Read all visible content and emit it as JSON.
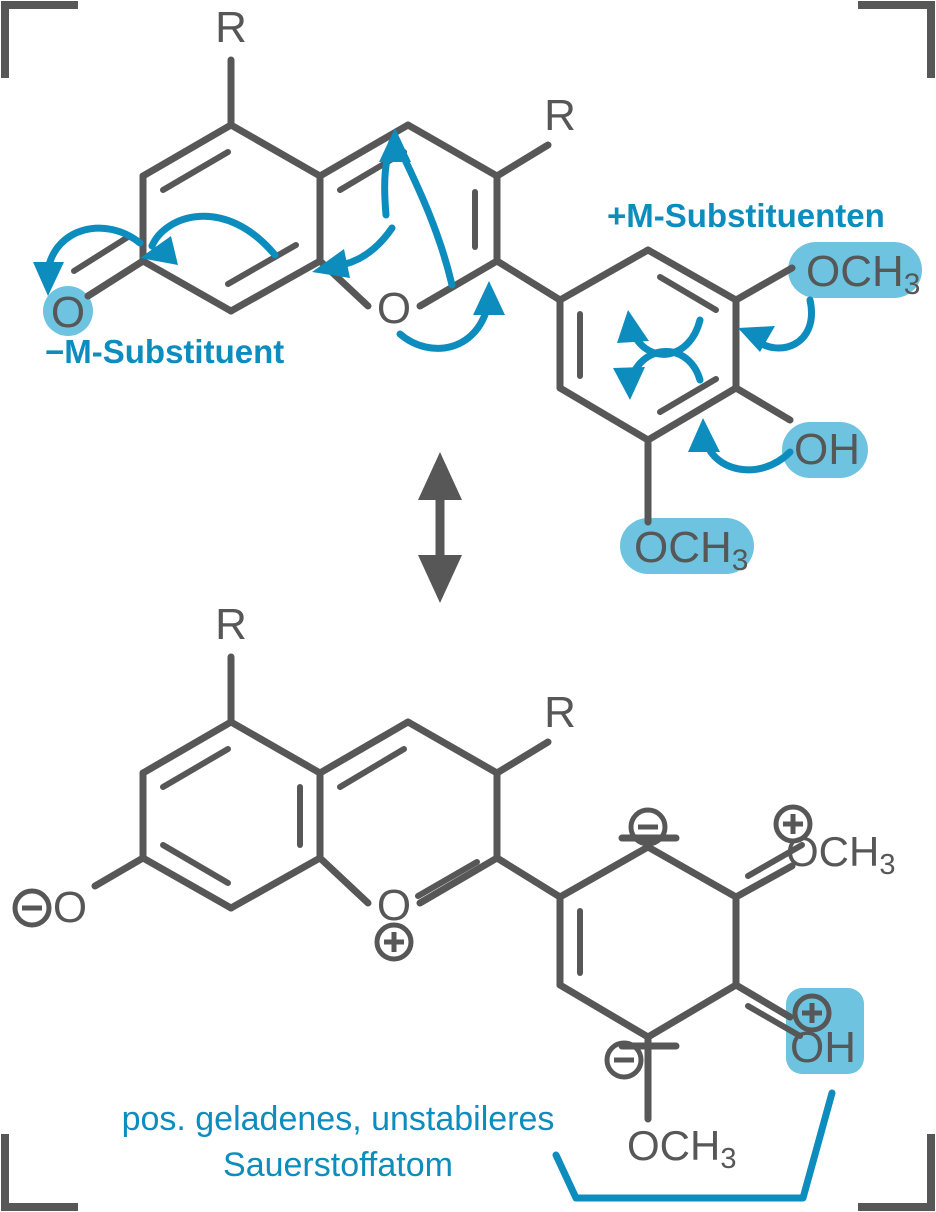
{
  "figure": {
    "kind": "chemical-resonance-diagram",
    "language": "de",
    "frame": {
      "style": "corner-brackets",
      "color": "#575757"
    }
  },
  "colors": {
    "bond": "#575757",
    "atom_label": "#575757",
    "accent_blue": "#0D8CBE",
    "highlight_blue": "#6EC4E0",
    "arrow_gray": "#575757",
    "background": "#FFFFFF"
  },
  "annotations": {
    "minus_m": "−M-Substituent",
    "plus_m": "+M-Substituenten",
    "caption_line1": "pos. geladenes, unstabileres",
    "caption_line2": "Sauerstoffatom"
  },
  "structures": [
    {
      "id": "top",
      "name": "neutral-quinoid-resonance-form",
      "atom_labels": [
        {
          "text": "R",
          "role": "substituent-R-chromene-5"
        },
        {
          "text": "R",
          "role": "substituent-R-chromene-3"
        },
        {
          "text": "O",
          "role": "carbonyl-oxygen",
          "highlight": true,
          "highlight_shape": "circle"
        },
        {
          "text": "O",
          "role": "pyran-ring-oxygen",
          "highlight": false
        },
        {
          "text": "OCH",
          "sub": "3",
          "role": "methoxy-upper",
          "highlight": true,
          "highlight_shape": "pill"
        },
        {
          "text": "OH",
          "role": "hydroxyl",
          "highlight": true,
          "highlight_shape": "pill"
        },
        {
          "text": "OCH",
          "sub": "3",
          "role": "methoxy-lower",
          "highlight": true,
          "highlight_shape": "pill"
        }
      ],
      "curved_arrows": 8
    },
    {
      "id": "bottom",
      "name": "positively-charged-flavylium-resonance-form",
      "atom_labels": [
        {
          "text": "R",
          "role": "substituent-R-chromene-5"
        },
        {
          "text": "R",
          "role": "substituent-R-chromene-3"
        },
        {
          "text": "O",
          "role": "phenolate-oxygen",
          "charge": "⊖"
        },
        {
          "text": "O",
          "role": "pyrylium-ring-oxygen",
          "charge": "⊕"
        },
        {
          "text": "OCH",
          "sub": "3",
          "role": "methoxy-upper",
          "charge": "⊕"
        },
        {
          "text": "OH",
          "role": "hydroxyl",
          "charge": "⊕",
          "highlight": true,
          "highlight_shape": "pill"
        },
        {
          "text": "OCH",
          "sub": "3",
          "role": "methoxy-lower"
        }
      ],
      "ring_charges": [
        "⊖",
        "⊖"
      ]
    }
  ],
  "resonance_arrow": {
    "type": "double-headed-vertical",
    "color": "#575757"
  },
  "charge_glyphs": {
    "plus": "⊕",
    "minus": "⊖"
  }
}
